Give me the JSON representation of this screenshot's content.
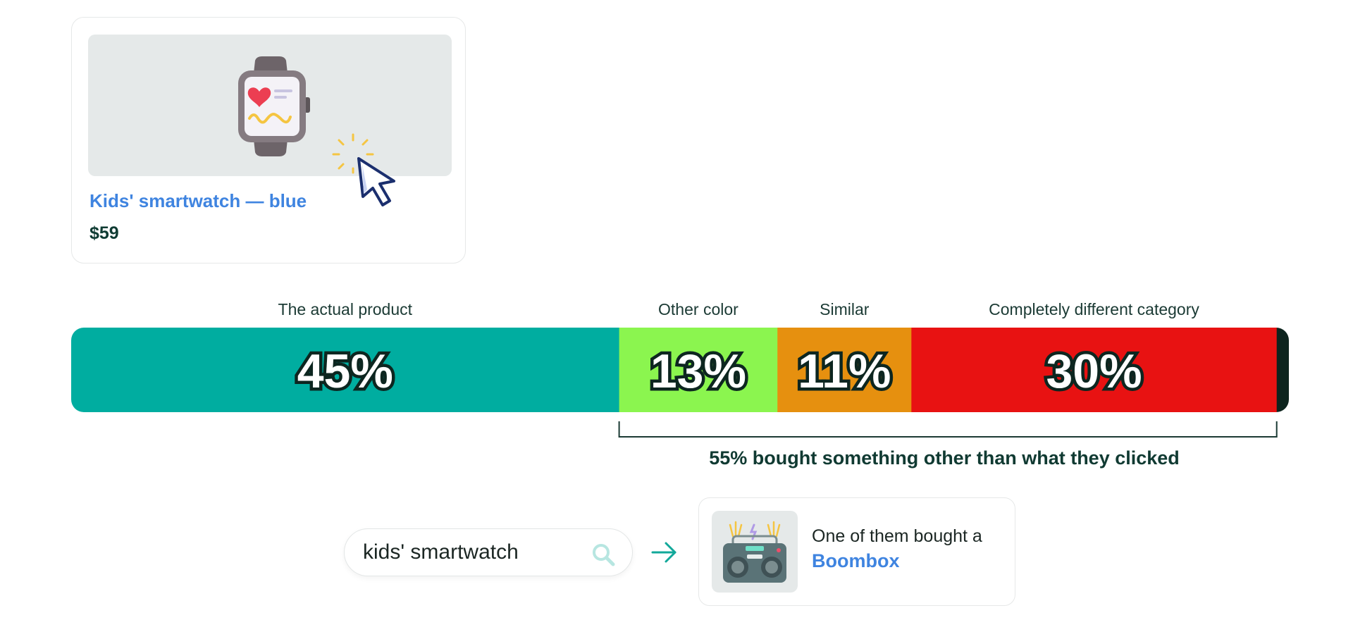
{
  "product_card": {
    "title": "Kids' smartwatch — blue",
    "price": "$59",
    "image_icon": "smartwatch-icon",
    "cursor_icon": "mouse-pointer-icon"
  },
  "chart_data": {
    "type": "bar",
    "orientation": "horizontal-stacked",
    "categories": [
      "The actual product",
      "Other color",
      "Similar",
      "Completely different category"
    ],
    "series": [
      {
        "values": [
          45,
          13,
          11,
          30
        ]
      }
    ],
    "value_labels": [
      "45%",
      "13%",
      "11%",
      "30%"
    ],
    "remainder": 1,
    "colors": [
      "#00ada0",
      "#8bf54f",
      "#e6900f",
      "#e81212",
      "#0d241e"
    ],
    "xlim": [
      0,
      100
    ],
    "annotation": {
      "text": "55% bought something other than what they clicked",
      "bracket_from": 45,
      "bracket_to": 99
    }
  },
  "search": {
    "query": "kids' smartwatch",
    "icon": "search-icon"
  },
  "result": {
    "line1": "One of them bought a",
    "product": "Boombox",
    "icon": "boombox-icon"
  },
  "arrow_icon": "arrow-right-icon"
}
